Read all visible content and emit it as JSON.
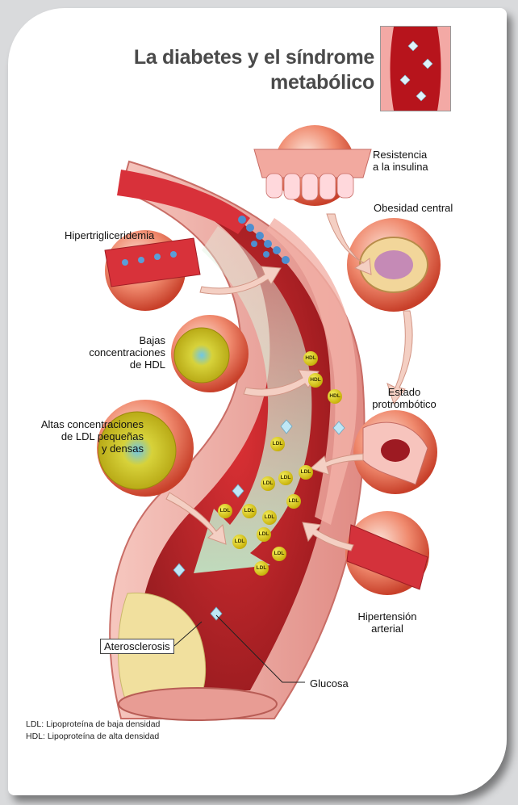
{
  "title": {
    "line1": "La diabetes y el síndrome",
    "line2": "metabólico"
  },
  "labels": {
    "resistencia": [
      "Resistencia",
      "a la insulina"
    ],
    "obesidad": "Obesidad central",
    "hipertrigliceridemia": "Hipertrigliceridemia",
    "hdl_bajas": [
      "Bajas",
      "concentraciones",
      "de HDL"
    ],
    "estado": [
      "Estado",
      "protrombótico"
    ],
    "ldl_altas": [
      "Altas concentraciones",
      "de LDL pequeñas",
      "y densas"
    ],
    "hipertension": [
      "Hipertensión",
      "arterial"
    ],
    "aterosclerosis": "Aterosclerosis",
    "glucosa": "Glucosa"
  },
  "particles": {
    "ldl": "LDL",
    "hdl": "HDL"
  },
  "footnotes": {
    "ldl": "LDL: Lipoproteína de baja densidad",
    "hdl": "HDL: Lipoproteína de alta densidad"
  },
  "colors": {
    "artery_wall": "#e9a3a0",
    "lumen": "#b3131a",
    "arrow_green": "#c9e7cf",
    "plaque": "#f3e3a2"
  }
}
